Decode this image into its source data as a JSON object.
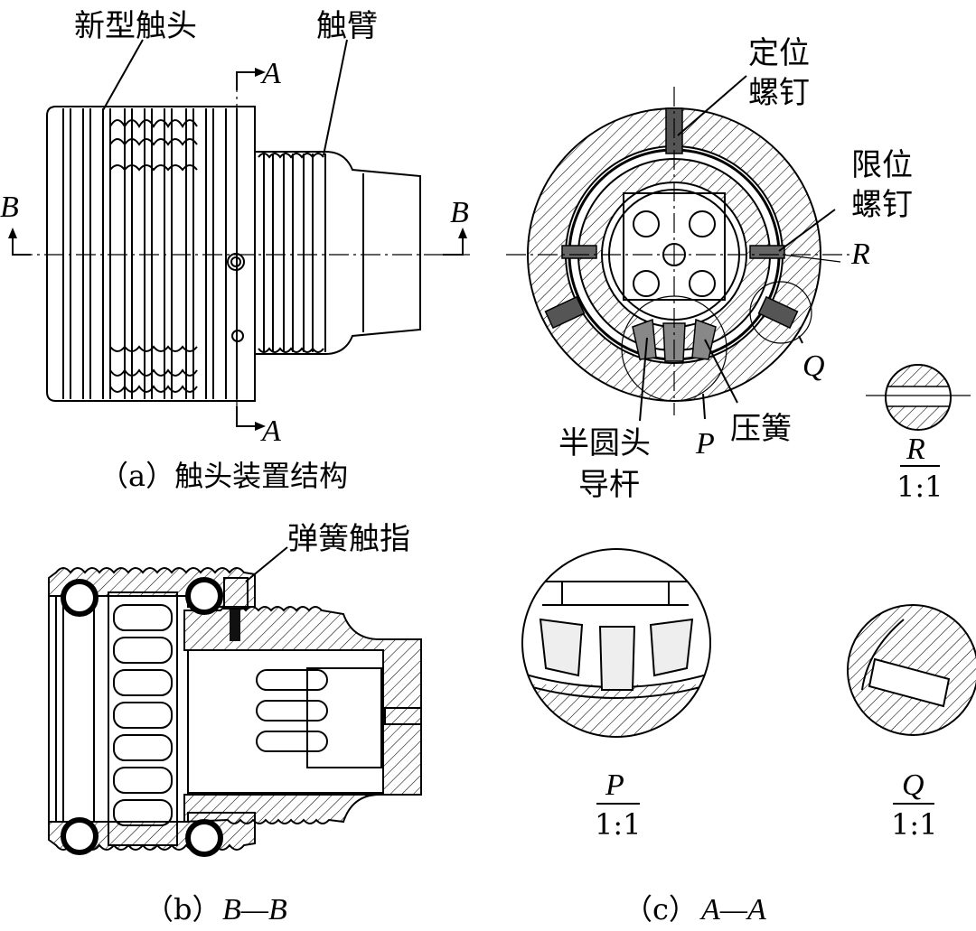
{
  "panel_a": {
    "label_new_contact": "新型触头",
    "label_contact_arm": "触臂",
    "section_letter_a": "A",
    "section_letter_b": "B",
    "caption": "（a）触头装置结构"
  },
  "panel_b": {
    "label_spring_finger": "弹簧触指",
    "caption_prefix": "（b）",
    "caption_section": "B—B"
  },
  "panel_c": {
    "label_positioning_screw_1": "定位",
    "label_positioning_screw_2": "螺钉",
    "label_limit_screw_1": "限位",
    "label_limit_screw_2": "螺钉",
    "label_half_round_1": "半圆头",
    "label_half_round_2": "导杆",
    "label_spring": "压簧",
    "detail_p": "P",
    "detail_q": "Q",
    "detail_r": "R",
    "scale": "1:1",
    "caption_prefix": "（c）",
    "caption_section": "A—A"
  }
}
